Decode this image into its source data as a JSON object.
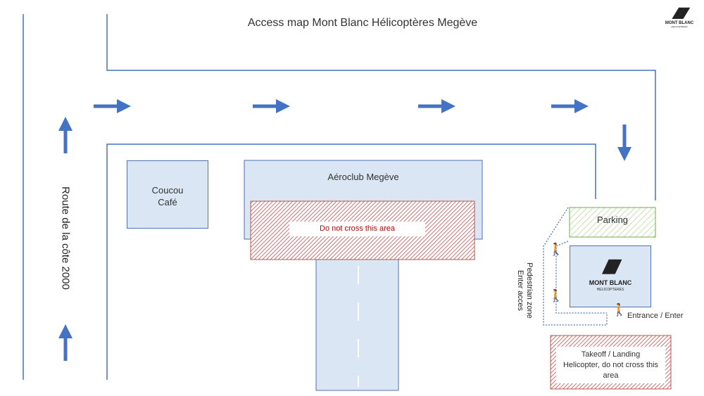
{
  "title": "Access map Mont Blanc Hélicoptères Megève",
  "logo": {
    "brand": "MONT BLANC",
    "sub": "HELICOPTERES"
  },
  "road_label": "Route de la côte 2000",
  "buildings": {
    "cafe": [
      "Coucou",
      "Café"
    ],
    "aeroclub": "Aéroclub Megève",
    "parking": "Parking"
  },
  "zones": {
    "no_cross": "Do not cross this area",
    "takeoff": [
      "Takeoff / Landing",
      "Helicopter, do not cross this",
      "area"
    ],
    "pedestrian": [
      "Pedestrian zone",
      "Enter acces"
    ],
    "entrance": "Entrance / Enter"
  },
  "colors": {
    "road": "#4472c4",
    "box": "#dae6f3",
    "danger": "#c0504d",
    "parking": "#70ad47"
  }
}
